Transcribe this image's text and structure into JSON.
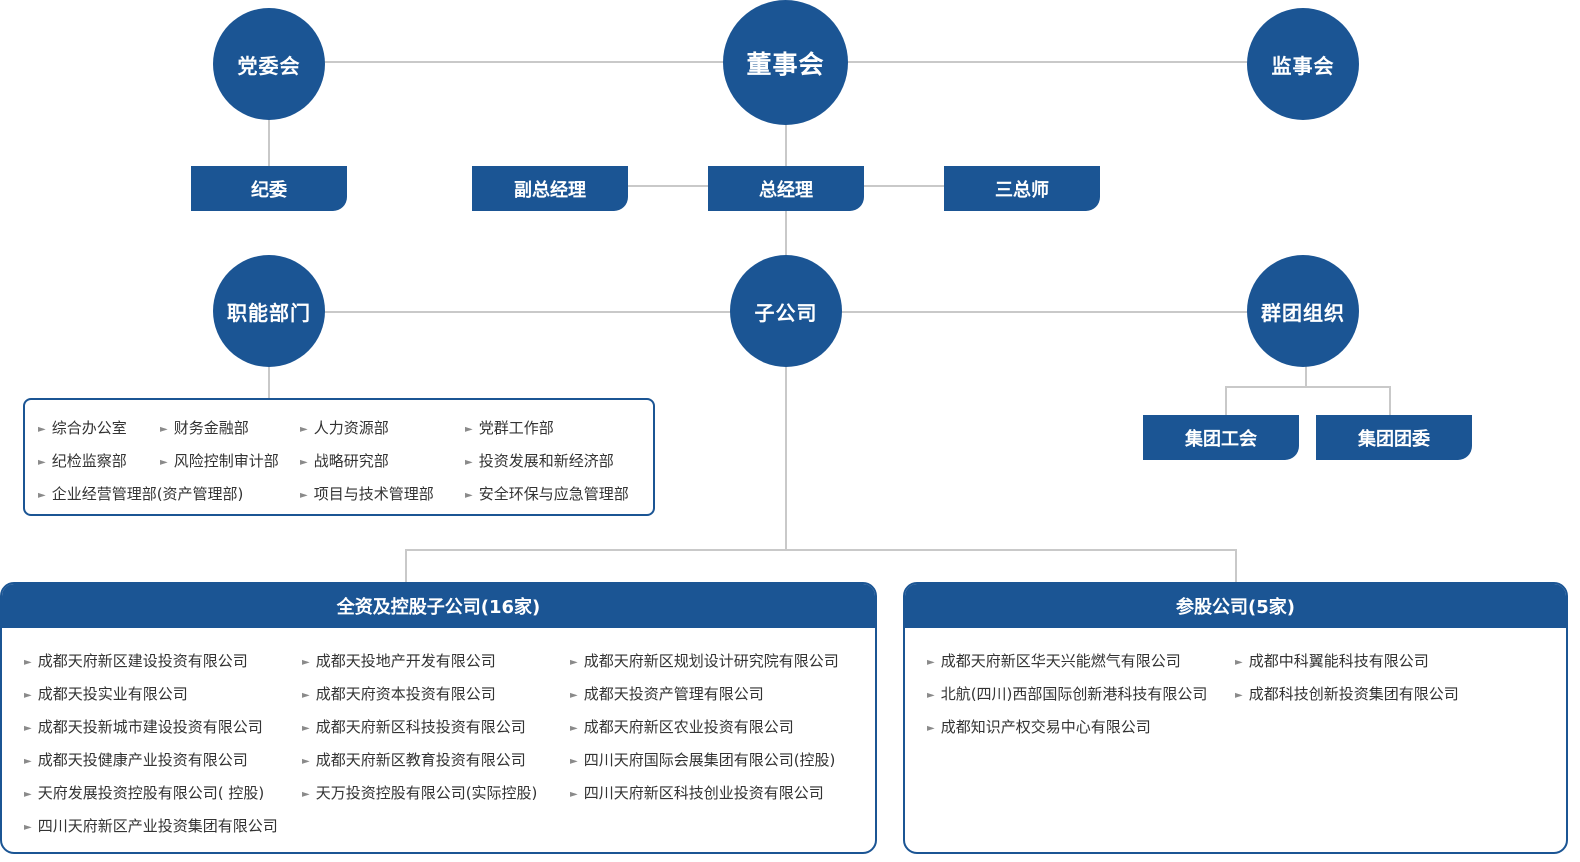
{
  "board": "董事会",
  "party_committee": "党委会",
  "supervisory_board": "监事会",
  "discipline_committee": "纪委",
  "deputy_gm": "副总经理",
  "gm": "总经理",
  "three_chiefs": "三总师",
  "functional_departments": "职能部门",
  "subsidiaries": "子公司",
  "mass_organizations": "群团组织",
  "trade_union": "集团工会",
  "youth_league": "集团团委",
  "departments": [
    "综合办公室",
    "财务金融部",
    "人力资源部",
    "党群工作部",
    "纪检监察部",
    "风险控制审计部",
    "战略研究部",
    "投资发展和新经济部",
    "企业经营管理部(资产管理部)",
    "项目与技术管理部",
    "安全环保与应急管理部"
  ],
  "wholly_owned": {
    "title": "全资及控股子公司(16家)",
    "items": [
      "成都天府新区建设投资有限公司",
      "成都天投地产开发有限公司",
      "成都天府新区规划设计研究院有限公司",
      "成都天投实业有限公司",
      "成都天府资本投资有限公司",
      "成都天投资产管理有限公司",
      "成都天投新城市建设投资有限公司",
      "成都天府新区科技投资有限公司",
      "成都天府新区农业投资有限公司",
      "成都天投健康产业投资有限公司",
      "成都天府新区教育投资有限公司",
      "四川天府国际会展集团有限公司(控股)",
      "天府发展投资控股有限公司( 控股)",
      "天万投资控股有限公司(实际控股)",
      "四川天府新区科技创业投资有限公司",
      "四川天府新区产业投资集团有限公司"
    ]
  },
  "equity_participation": {
    "title": "参股公司(5家)",
    "items": [
      "成都天府新区华天兴能燃气有限公司",
      "成都中科翼能科技有限公司",
      "北航(四川)西部国际创新港科技有限公司",
      "成都科技创新投资集团有限公司",
      "成都知识产权交易中心有限公司"
    ]
  },
  "colors": {
    "primary": "#1b5594",
    "line": "#c9c9c9",
    "text": "#333333"
  }
}
